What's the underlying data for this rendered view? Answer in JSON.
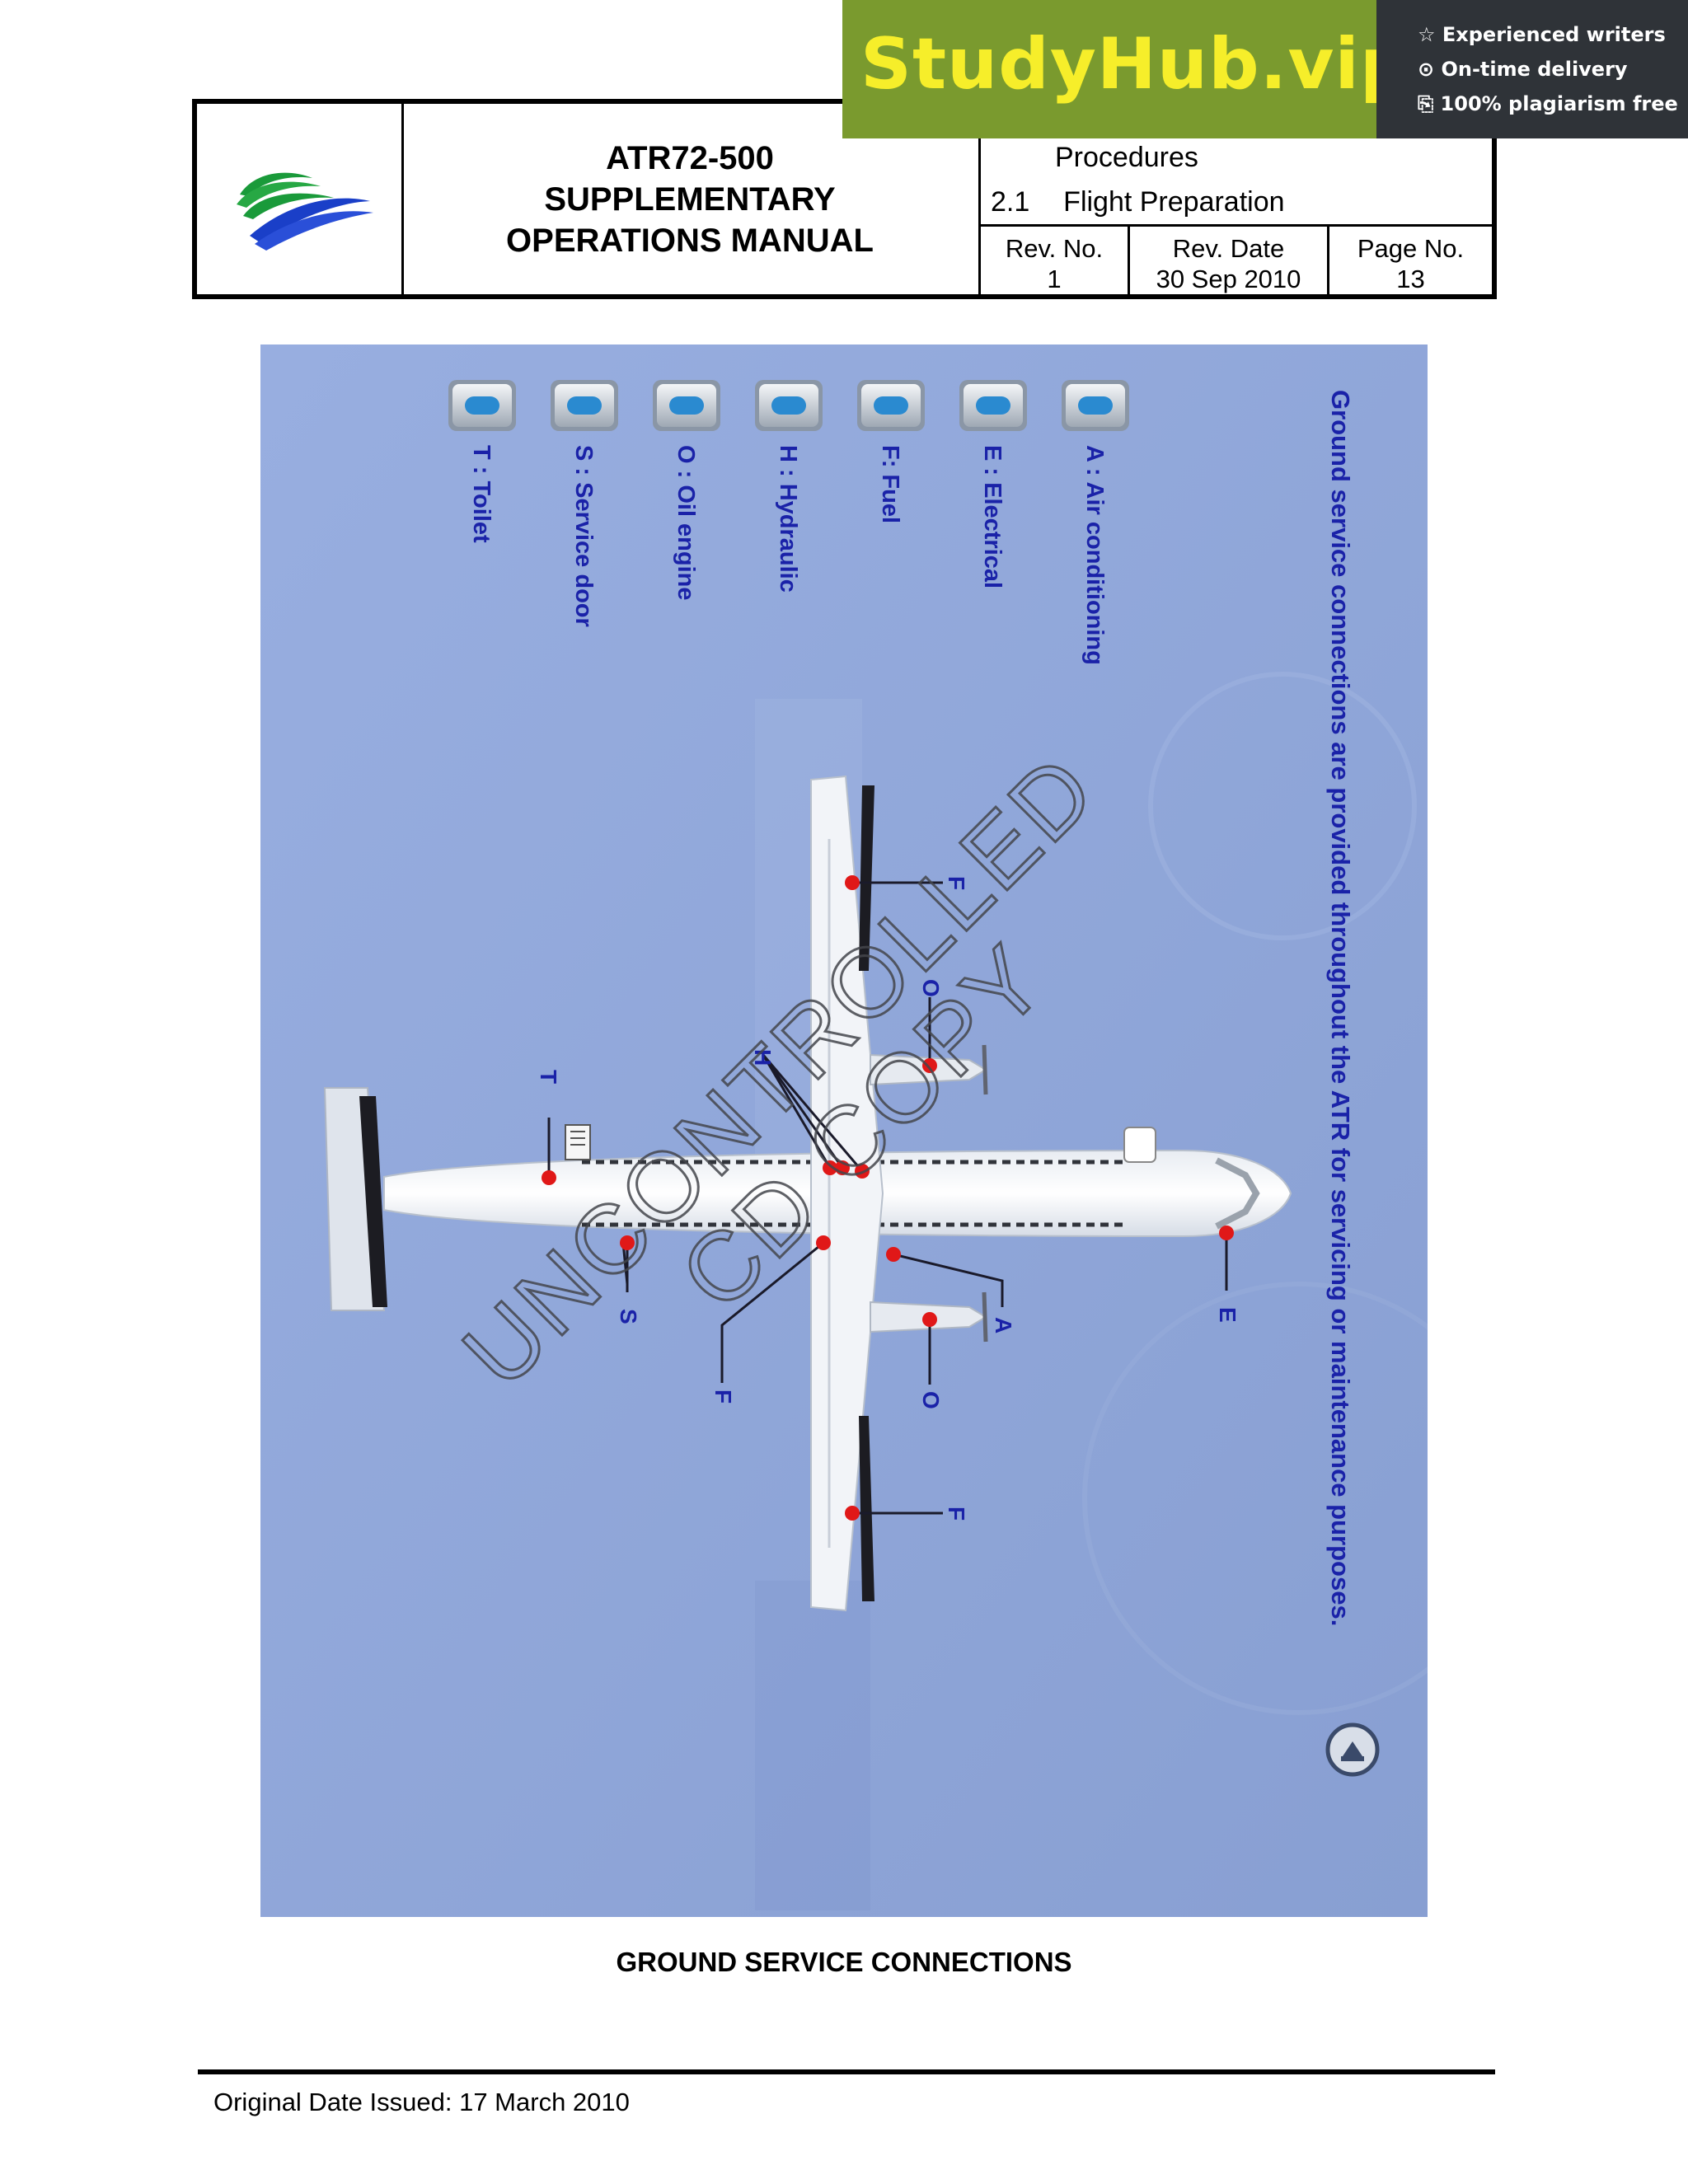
{
  "header": {
    "title_lines": [
      "ATR72-500",
      "SUPPLEMENTARY",
      "OPERATIONS  MANUAL"
    ],
    "section_partial": "Procedures",
    "section_number": "2.1",
    "section_title": "Flight Preparation",
    "rev_no_label": "Rev. No.",
    "rev_no": "1",
    "rev_date_label": "Rev. Date",
    "rev_date": "30 Sep 2010",
    "page_no_label": "Page No.",
    "page_no": "13"
  },
  "banner": {
    "brand": "StudyHub.vip",
    "features": [
      "☆ Experienced writers",
      "⊙ On-time delivery",
      "⎘ 100% plagiarism free"
    ]
  },
  "figure": {
    "heading": "Ground service connections are provided throughout the ATR for servicing or maintenance purposes.",
    "legend": [
      "A : Air conditioning",
      "E : Electrical",
      "F: Fuel",
      "H : Hydraulic",
      "O : Oil engine",
      "S : Service door",
      "T : Toilet"
    ],
    "callouts": [
      "F",
      "O",
      "H",
      "T",
      "E",
      "A",
      "O",
      "S",
      "F",
      "F"
    ],
    "watermark_line1": "UNCONTROLLED",
    "watermark_line2": "CD COPY",
    "colors": {
      "background": "#8ea4d6",
      "label_text": "#1a22a8",
      "connection_dot": "#e01818"
    }
  },
  "caption": "GROUND SERVICE CONNECTIONS",
  "footer": {
    "original_date": "Original Date Issued:  17 March 2010"
  }
}
